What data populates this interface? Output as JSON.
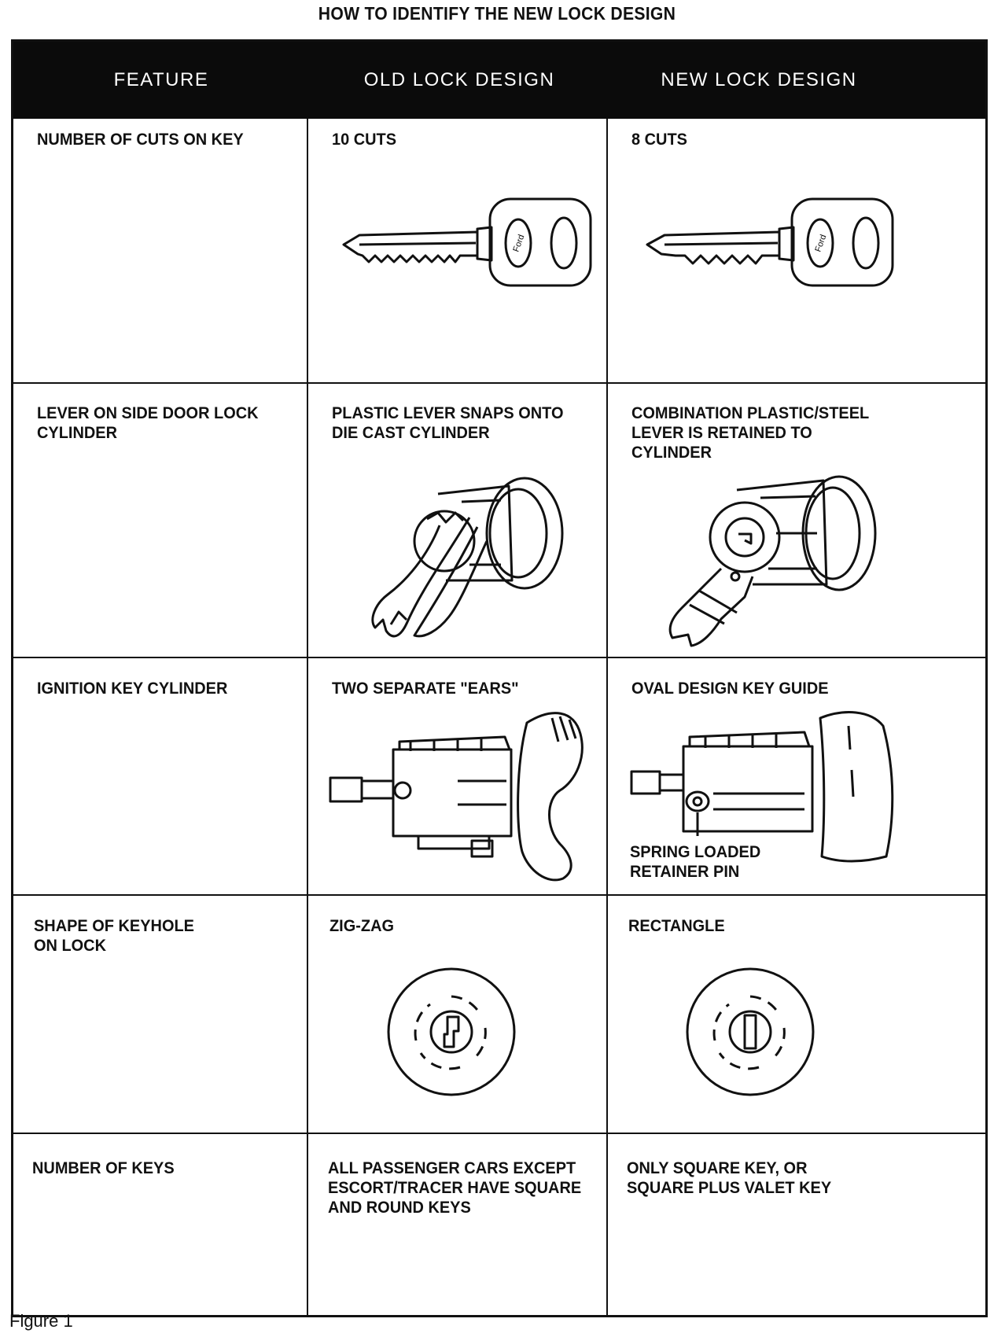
{
  "title": "HOW TO IDENTIFY THE NEW LOCK DESIGN",
  "header": {
    "feature": "FEATURE",
    "old": "OLD LOCK DESIGN",
    "new": "NEW LOCK DESIGN"
  },
  "rows": [
    {
      "feature": "NUMBER OF CUTS ON KEY",
      "old": "10 CUTS",
      "new": "8 CUTS",
      "old_icon": "key-10-cuts-icon",
      "new_icon": "key-8-cuts-icon"
    },
    {
      "feature": "LEVER ON SIDE DOOR LOCK\nCYLINDER",
      "old": "PLASTIC LEVER SNAPS ONTO\nDIE CAST CYLINDER",
      "new": "COMBINATION PLASTIC/STEEL\nLEVER IS RETAINED TO\nCYLINDER",
      "old_icon": "plastic-lever-cylinder-icon",
      "new_icon": "plastic-steel-lever-cylinder-icon"
    },
    {
      "feature": "IGNITION KEY CYLINDER",
      "old": "TWO SEPARATE \"EARS\"",
      "new": "OVAL DESIGN KEY GUIDE",
      "new_callout": "SPRING LOADED\nRETAINER PIN",
      "old_icon": "ignition-cylinder-ears-icon",
      "new_icon": "ignition-cylinder-oval-guide-icon"
    },
    {
      "feature": "SHAPE OF KEYHOLE\nON LOCK",
      "old": "ZIG-ZAG",
      "new": "RECTANGLE",
      "old_icon": "zigzag-keyhole-icon",
      "new_icon": "rectangle-keyhole-icon"
    },
    {
      "feature": "NUMBER OF KEYS",
      "old": "ALL PASSENGER CARS EXCEPT\nESCORT/TRACER HAVE SQUARE\nAND ROUND KEYS",
      "new": "ONLY SQUARE KEY, OR\nSQUARE PLUS VALET KEY"
    }
  ],
  "caption": "Figure 1"
}
